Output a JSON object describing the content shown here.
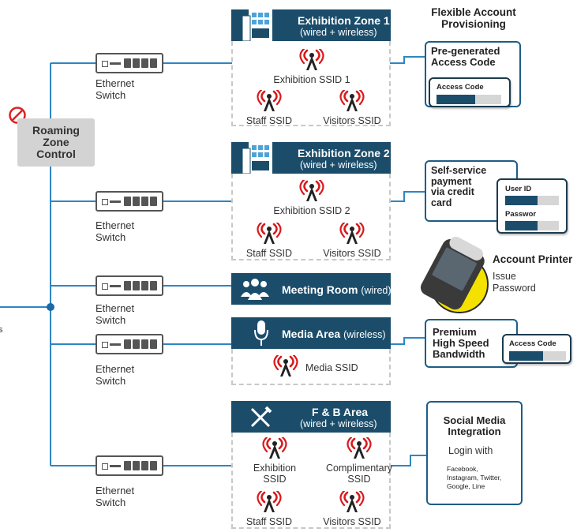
{
  "header": {
    "flexible_account": "Flexible Account\nProvisioning"
  },
  "roaming": {
    "label": "Roaming\nZone\nControl"
  },
  "switches": [
    {
      "label": "Ethernet\nSwitch"
    },
    {
      "label": "Ethernet\nSwitch"
    },
    {
      "label": "Ethernet\nSwitch"
    },
    {
      "label": "Ethernet\nSwitch"
    },
    {
      "label": "Ethernet\nSwitch"
    }
  ],
  "left_edge_text": "s",
  "zones": {
    "z1": {
      "title": "Exhibition Zone 1",
      "sub": "(wired + wireless)",
      "ssid_main": "Exhibition SSID 1",
      "ssid_staff": "Staff SSID",
      "ssid_visitors": "Visitors SSID"
    },
    "z2": {
      "title": "Exhibition Zone 2",
      "sub": "(wired + wireless)",
      "ssid_main": "Exhibition SSID 2",
      "ssid_staff": "Staff SSID",
      "ssid_visitors": "Visitors SSID"
    },
    "meeting": {
      "title": "Meeting Room",
      "sub": "(wired)"
    },
    "media": {
      "title": "Media Area",
      "sub": "(wireless)",
      "ssid_main": "Media SSID"
    },
    "fb": {
      "title": "F & B Area",
      "sub": "(wired + wireless)",
      "ssid_exhibition": "Exhibition\nSSID",
      "ssid_compl": "Complimentary\nSSID",
      "ssid_staff": "Staff SSID",
      "ssid_visitors": "Visitors SSID"
    }
  },
  "panels": {
    "access_code": {
      "title": "Pre-generated\nAccess Code",
      "card_label": "Access Code",
      "fill": 0.6
    },
    "self_service": {
      "title": "Self-service\npayment\nvia credit\ncard",
      "user_label": "User ID",
      "pass_label": "Passwor",
      "user_fill": 0.6,
      "pass_fill": 0.6
    },
    "printer": {
      "title": "Account Printer",
      "desc": "Issue\nPassword"
    },
    "premium": {
      "title": "Premium\nHigh Speed\nBandwidth",
      "card_label": "Access Code",
      "fill": 0.6
    },
    "social": {
      "title": "Social Media\nIntegration",
      "login": "Login with",
      "networks": "Facebook,\nInstagram, Twitter,\nGoogle, Line"
    }
  },
  "colors": {
    "navy": "#1b4d6b",
    "line": "#2e86c1",
    "antenna_red": "#d7191c",
    "printer_yellow": "#f5e100"
  }
}
